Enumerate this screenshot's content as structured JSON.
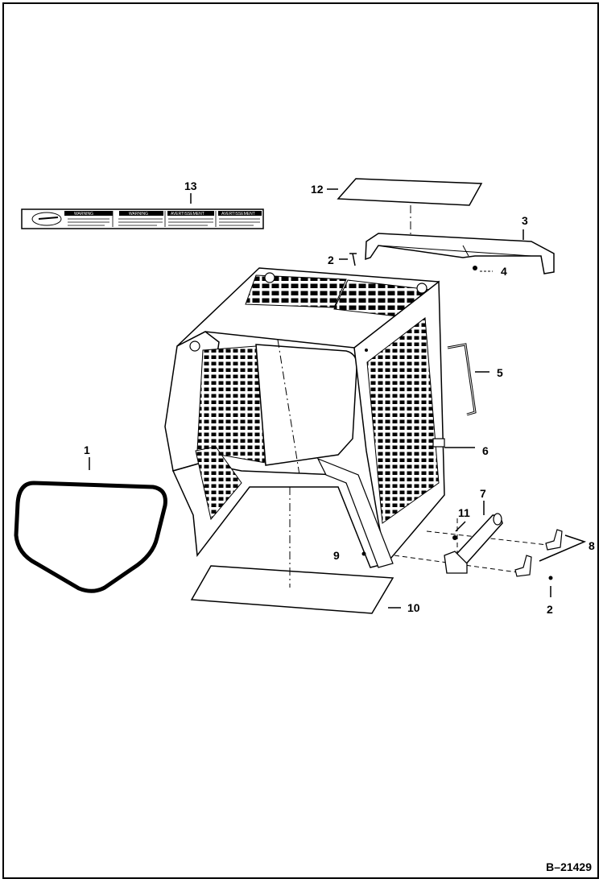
{
  "figure_id": "B–21429",
  "callouts": {
    "c1": "1",
    "c2a": "2",
    "c2b": "2",
    "c3": "3",
    "c4": "4",
    "c5": "5",
    "c6": "6",
    "c7": "7",
    "c8": "8",
    "c9": "9",
    "c10": "10",
    "c11": "11",
    "c12": "12",
    "c13": "13"
  },
  "decal": {
    "w1": "WARNING",
    "w2": "WARNING",
    "w3": "AVERTISSEMENT",
    "w4": "AVERTISSEMENT"
  },
  "colors": {
    "line": "#000000",
    "background": "#ffffff"
  }
}
